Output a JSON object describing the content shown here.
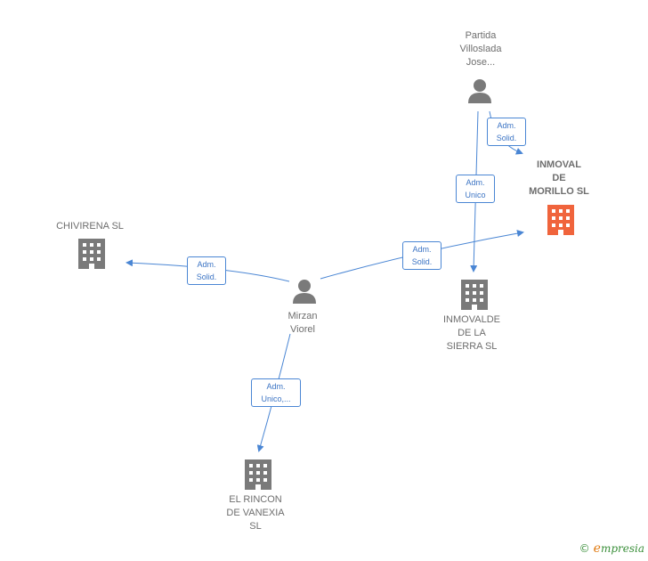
{
  "nodes": {
    "partida": {
      "label": "Partida\nVilloslada\nJose..."
    },
    "inmoval": {
      "label": "INMOVAL\nDE\nMORILLO  SL"
    },
    "chivirena": {
      "label": "CHIVIRENA  SL"
    },
    "mirzan": {
      "label": "Mirzan\nViorel"
    },
    "inmovalde": {
      "label": "INMOVALDE\nDE LA\nSIERRA SL"
    },
    "rincon": {
      "label": "EL RINCON\nDE VANEXIA\nSL"
    }
  },
  "edges": {
    "partida_inmoval": {
      "label": "Adm.\nSolid."
    },
    "partida_inmovalde": {
      "label": "Adm.\nUnico"
    },
    "mirzan_inmoval": {
      "label": "Adm.\nSolid."
    },
    "mirzan_chivirena": {
      "label": "Adm.\nSolid."
    },
    "mirzan_rincon": {
      "label": "Adm.\nUnico,..."
    }
  },
  "footer": {
    "copyright": "©",
    "brand_initial": "e",
    "brand_rest": "mpresia"
  },
  "colors": {
    "edge": "#4a86d4",
    "person": "#7a7a7a",
    "company": "#7a7a7a",
    "highlight_company": "#f0643c"
  }
}
